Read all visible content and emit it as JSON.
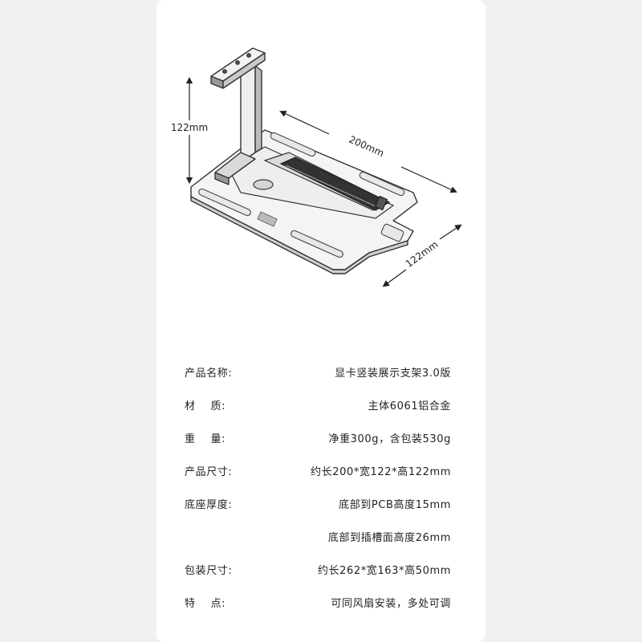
{
  "diagram": {
    "height_label": "122mm",
    "length_label": "200mm",
    "width_label": "122mm"
  },
  "specs": [
    {
      "label": "产品名称:",
      "value": "显卡竖装展示支架3.0版"
    },
    {
      "label": "材    质:",
      "value": "主体6061铝合金"
    },
    {
      "label": "重    量:",
      "value": "净重300g，含包装530g"
    },
    {
      "label": "产品尺寸:",
      "value": "约长200*宽122*高122mm"
    },
    {
      "label": "底座厚度:",
      "value": "底部到PCB高度15mm"
    },
    {
      "label": "",
      "value": "底部到插槽面高度26mm"
    },
    {
      "label": "包装尺寸:",
      "value": "约长262*宽163*高50mm"
    },
    {
      "label": "特    点:",
      "value": "可同风扇安装，多处可调"
    }
  ]
}
